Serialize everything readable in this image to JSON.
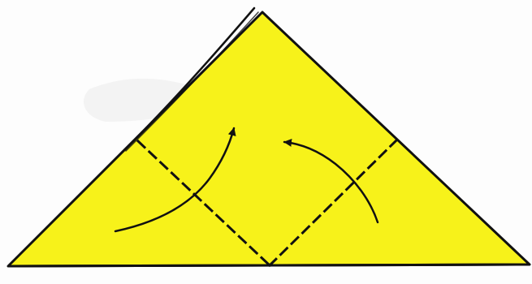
{
  "diagram": {
    "type": "origami-fold-step",
    "paper_color": "#F7F21A",
    "outline_color": "#111111",
    "fold_line_style": "dashed",
    "arrows": [
      {
        "direction": "up-right"
      },
      {
        "direction": "up-left"
      }
    ]
  }
}
